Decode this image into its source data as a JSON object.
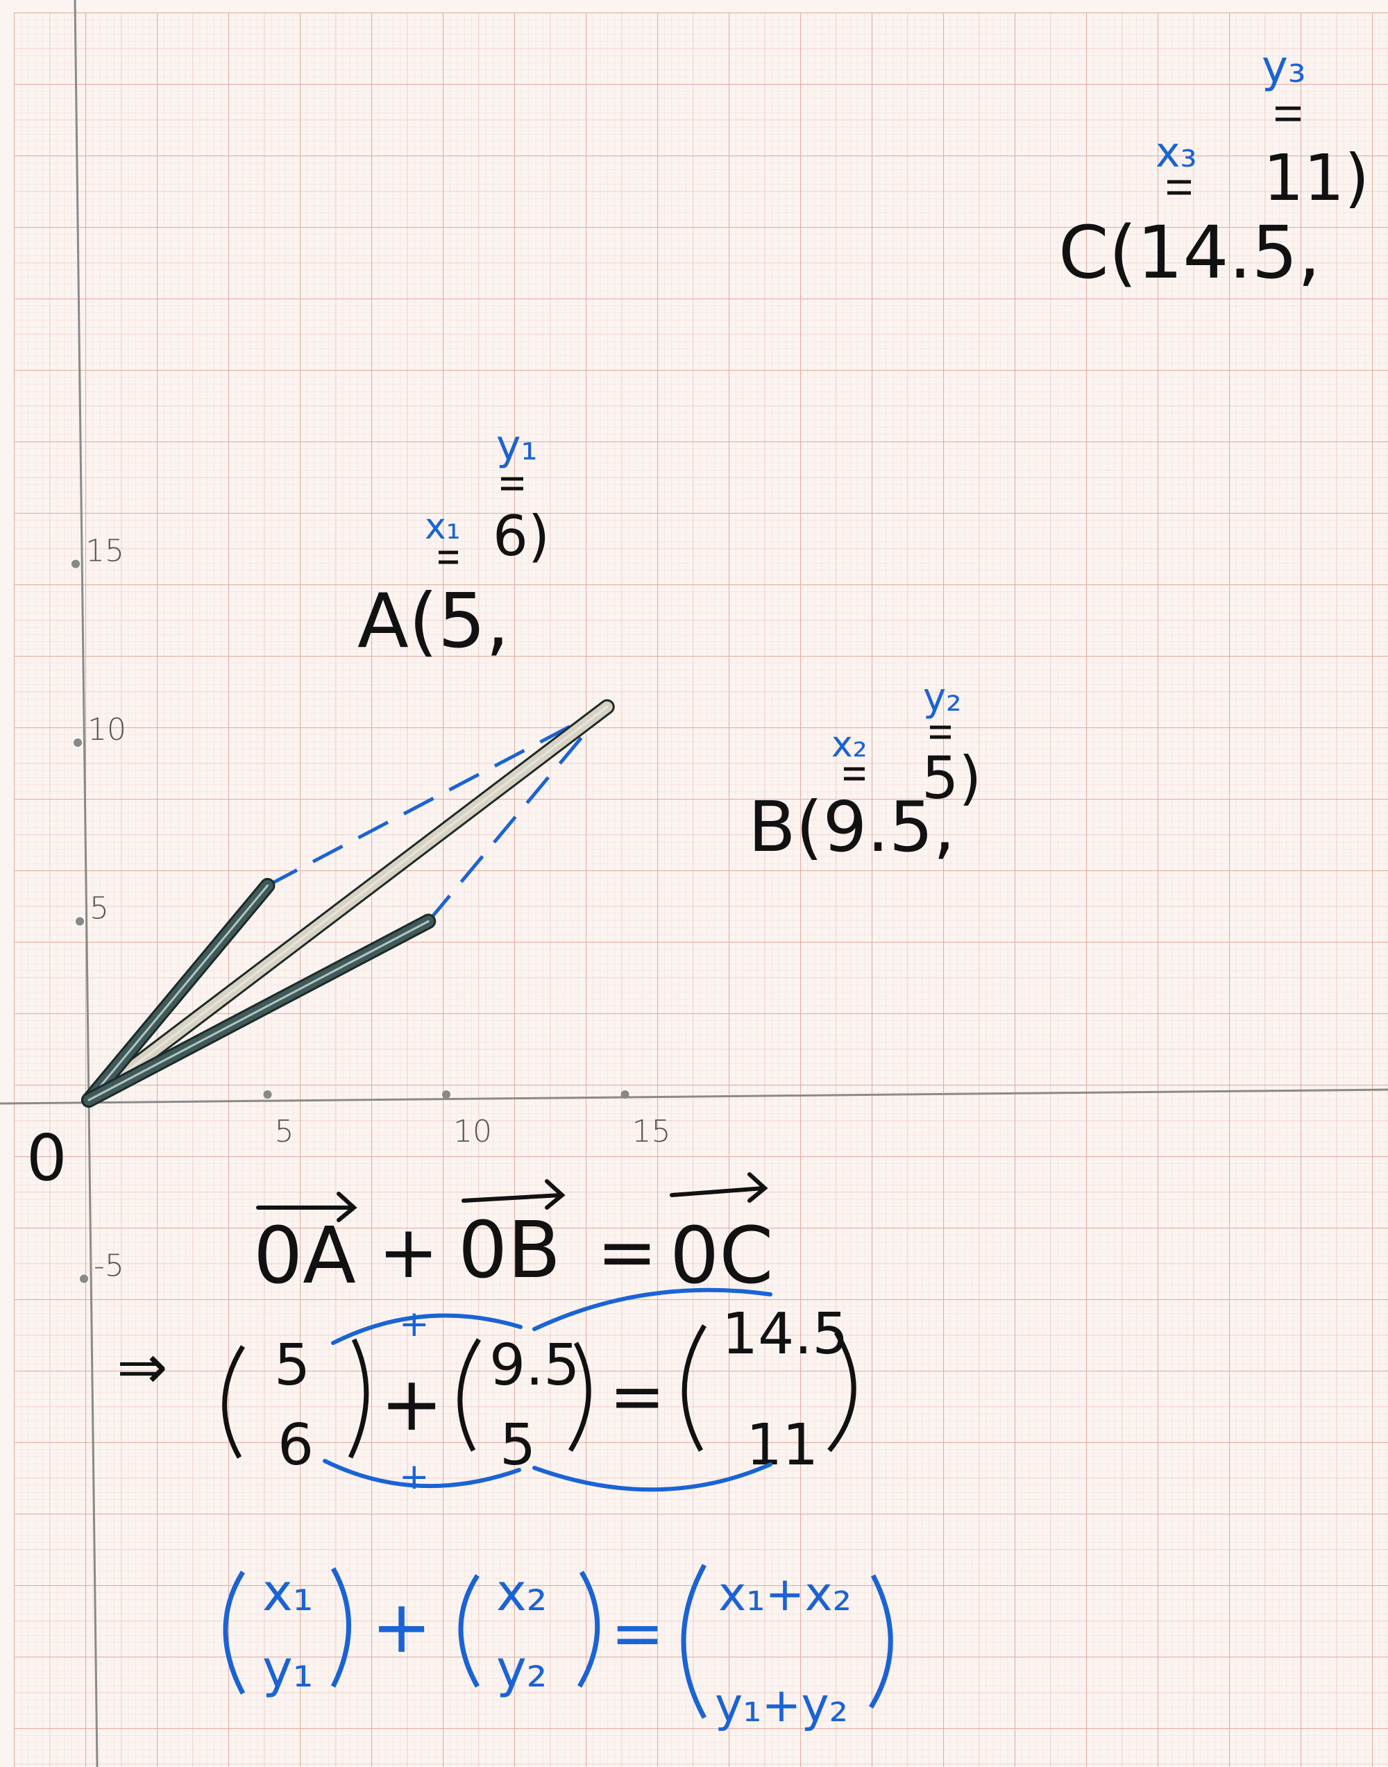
{
  "axes": {
    "origin_label": "0",
    "x_ticks": [
      {
        "value": 5,
        "label": "5"
      },
      {
        "value": 10,
        "label": "10"
      },
      {
        "value": 15,
        "label": "15"
      }
    ],
    "y_ticks": [
      {
        "value": 15,
        "label": "15"
      },
      {
        "value": 10,
        "label": "10"
      },
      {
        "value": 5,
        "label": "5"
      },
      {
        "value": -5,
        "label": "-5"
      }
    ]
  },
  "points": {
    "A": {
      "label_prefix": "A(5,",
      "label_suffix": "6)",
      "x_var": "x₁",
      "y_var": "y₁",
      "x": 5,
      "y": 6
    },
    "B": {
      "label_prefix": "B(9.5,",
      "label_suffix": "5)",
      "x_var": "x₂",
      "y_var": "y₂",
      "x": 9.5,
      "y": 5
    },
    "C": {
      "label_prefix": "C(14.5,",
      "label_suffix": "11)",
      "x_var": "x₃",
      "y_var": "y₃",
      "x": 14.5,
      "y": 11
    }
  },
  "vector_equation": {
    "oa": "0A",
    "plus": "+",
    "ob": "0B",
    "equals": "=",
    "oc": "0C"
  },
  "numeric_equation": {
    "implies": "⇒",
    "vec_a": [
      "5",
      "6"
    ],
    "plus": "+",
    "vec_b": [
      "9.5",
      "5"
    ],
    "equals": "=",
    "vec_c": [
      "14.5",
      "11"
    ],
    "plus_top": "+",
    "plus_bottom": "+"
  },
  "general_equation": {
    "vec_1": [
      "x₁",
      "y₁"
    ],
    "plus": "+",
    "vec_2": [
      "x₂",
      "y₂"
    ],
    "equals": "=",
    "vec_sum": [
      "x₁+x₂",
      "y₁+y₂"
    ]
  },
  "colors": {
    "paper": "#fbf4f1",
    "grid_fine": "#f1d8d2",
    "grid_major": "#e6b3aa",
    "ink_black": "#111111",
    "ink_blue": "#1a63d6",
    "rod_dark": "#3f5a58",
    "rod_light": "#d9d2c2"
  }
}
